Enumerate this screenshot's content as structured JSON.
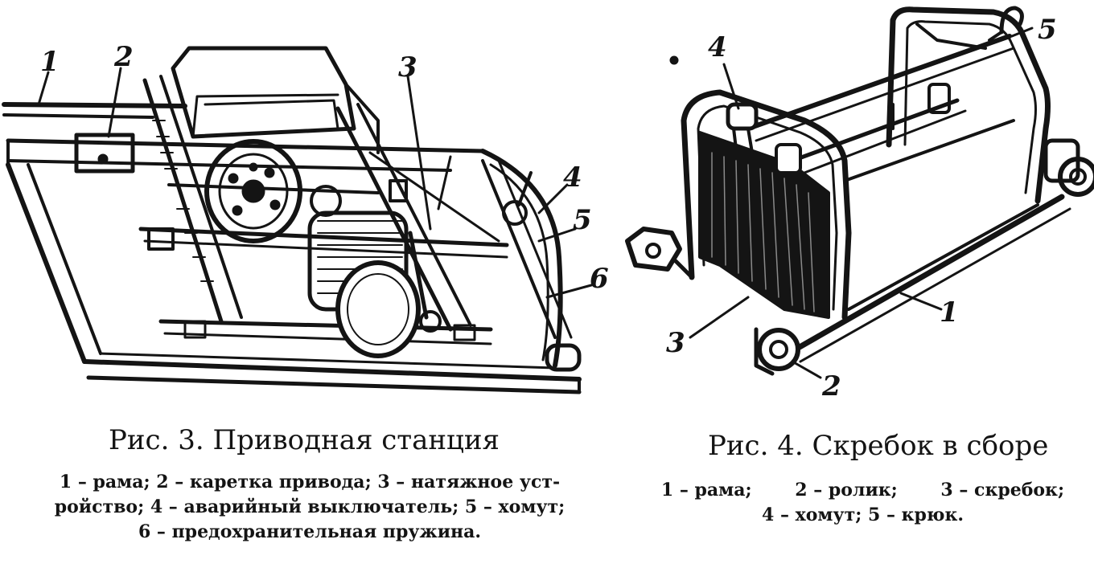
{
  "figure3": {
    "title": "Рис. 3.  Приводная станция",
    "legend_line1": "1 – рама;  2 – каретка привода;  3 – натяжное уст-",
    "legend_line2": "ройство;  4 – аварийный выключатель;  5 – хомут;",
    "legend_line3": "6 – предохранительная пружина.",
    "callouts": [
      "1",
      "2",
      "3",
      "4",
      "5",
      "6"
    ]
  },
  "figure4": {
    "title": "Рис. 4.   Скребок в сборе",
    "legend_line1": "1 – рама;       2 – ролик;       3 – скребок;",
    "legend_line2": "4 – хомут;  5 – крюк.",
    "callouts": [
      "1",
      "2",
      "3",
      "4",
      "5"
    ]
  },
  "colors": {
    "ink": "#141414",
    "paper": "#ffffff"
  }
}
